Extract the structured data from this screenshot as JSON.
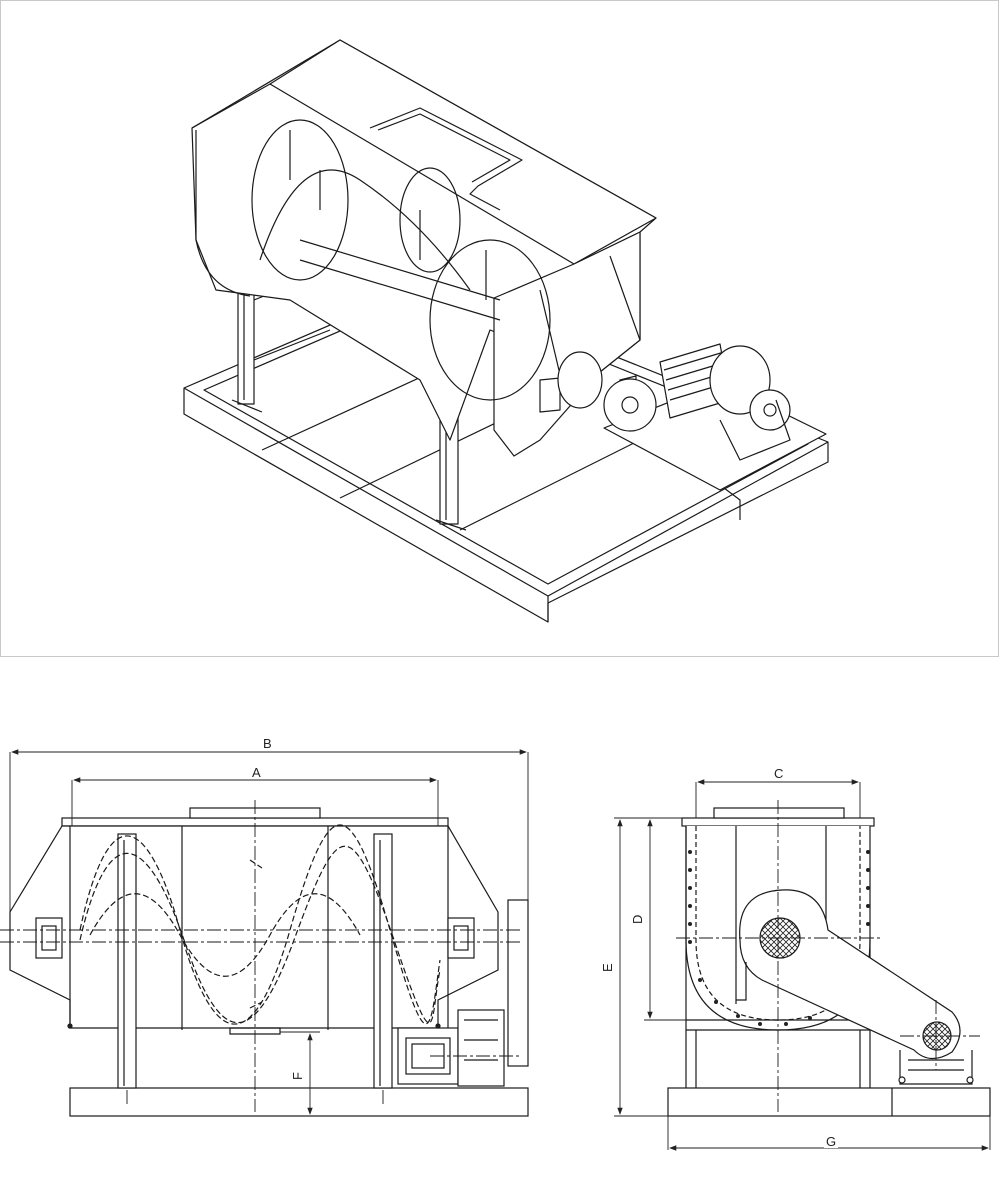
{
  "dimensions": {
    "A": "A",
    "B": "B",
    "C": "C",
    "D": "D",
    "E": "E",
    "F": "F",
    "G": "G"
  },
  "colors": {
    "line": "#1a1a1a",
    "frame_border": "#c8c8c8",
    "background": "#ffffff"
  }
}
